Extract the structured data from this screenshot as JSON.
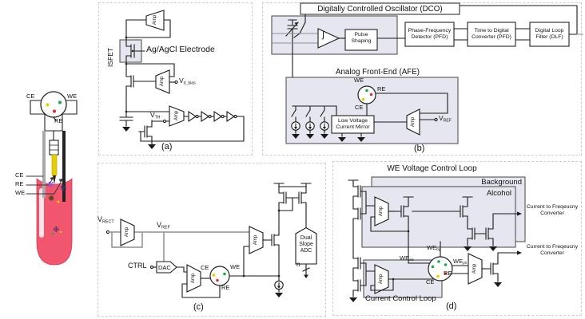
{
  "amp_label": "Amp",
  "colors": {
    "shade": "#e6e6f0",
    "tube_pink": "#f2566e",
    "dot_green": "#1fa84a",
    "dot_red": "#e03030",
    "dot_yellow": "#e6cf00"
  },
  "probe": {
    "head_ce": "CE",
    "head_we": "WE",
    "head_re": "RE",
    "lead_ce": "CE",
    "lead_re": "RE",
    "lead_we": "WE",
    "molecules": [
      {
        "glyph": "❋"
      },
      {
        "glyph": "✾"
      },
      {
        "glyph": "✺"
      },
      {
        "glyph": "❉"
      }
    ]
  },
  "panel_a": {
    "caption": "(a)",
    "isfet": "ISFET",
    "electrode": "Ag/AgCl Electrode",
    "v_main": "V",
    "vdbias_sub": "d_bias",
    "vth_sub": "TH"
  },
  "panel_b": {
    "caption": "(b)",
    "dco_title": "Digitally Controlled Oscillator (DCO)",
    "integrator": "∫",
    "pulse_shaping": "Pulse\nShaping",
    "pfd": "Phase-Frequency\nDetector (PFD)",
    "tdc": "Time to Digital\nConverter (PFD)",
    "dlf": "Digital Loop\nFilter (DLF)",
    "afe_title": "Analog Front-End (AFE)",
    "lvcm": "Low Voltage\nCurrent Mirror",
    "we": "WE",
    "re": "RE",
    "ce": "CE",
    "v_main": "V",
    "vref_sub": "REF"
  },
  "panel_c": {
    "caption": "(c)",
    "v_main": "V",
    "vrect_sub": "RECT",
    "vref_sub": "REF",
    "ctrl": "CTRL",
    "dac": "DAC",
    "ce": "CE",
    "we": "WE",
    "re": "RE",
    "adc": "Dual\nSlope\nADC",
    "n": "n"
  },
  "panel_d": {
    "caption": "(d)",
    "title": "WE Voltage Control Loop",
    "background_label": "Background",
    "alcohol_label": "Alcohol",
    "ccl_label": "Current Control Loop",
    "out_top": "Current to Freqeucny\nConverter",
    "out_bottom": "Current to Freqeucny\nConverter",
    "we_main": "WE",
    "we_bg_sub": "bg",
    "we_alc_sub": "alc",
    "we_ph_sub": "ph",
    "re": "RE",
    "ce": "CE"
  }
}
